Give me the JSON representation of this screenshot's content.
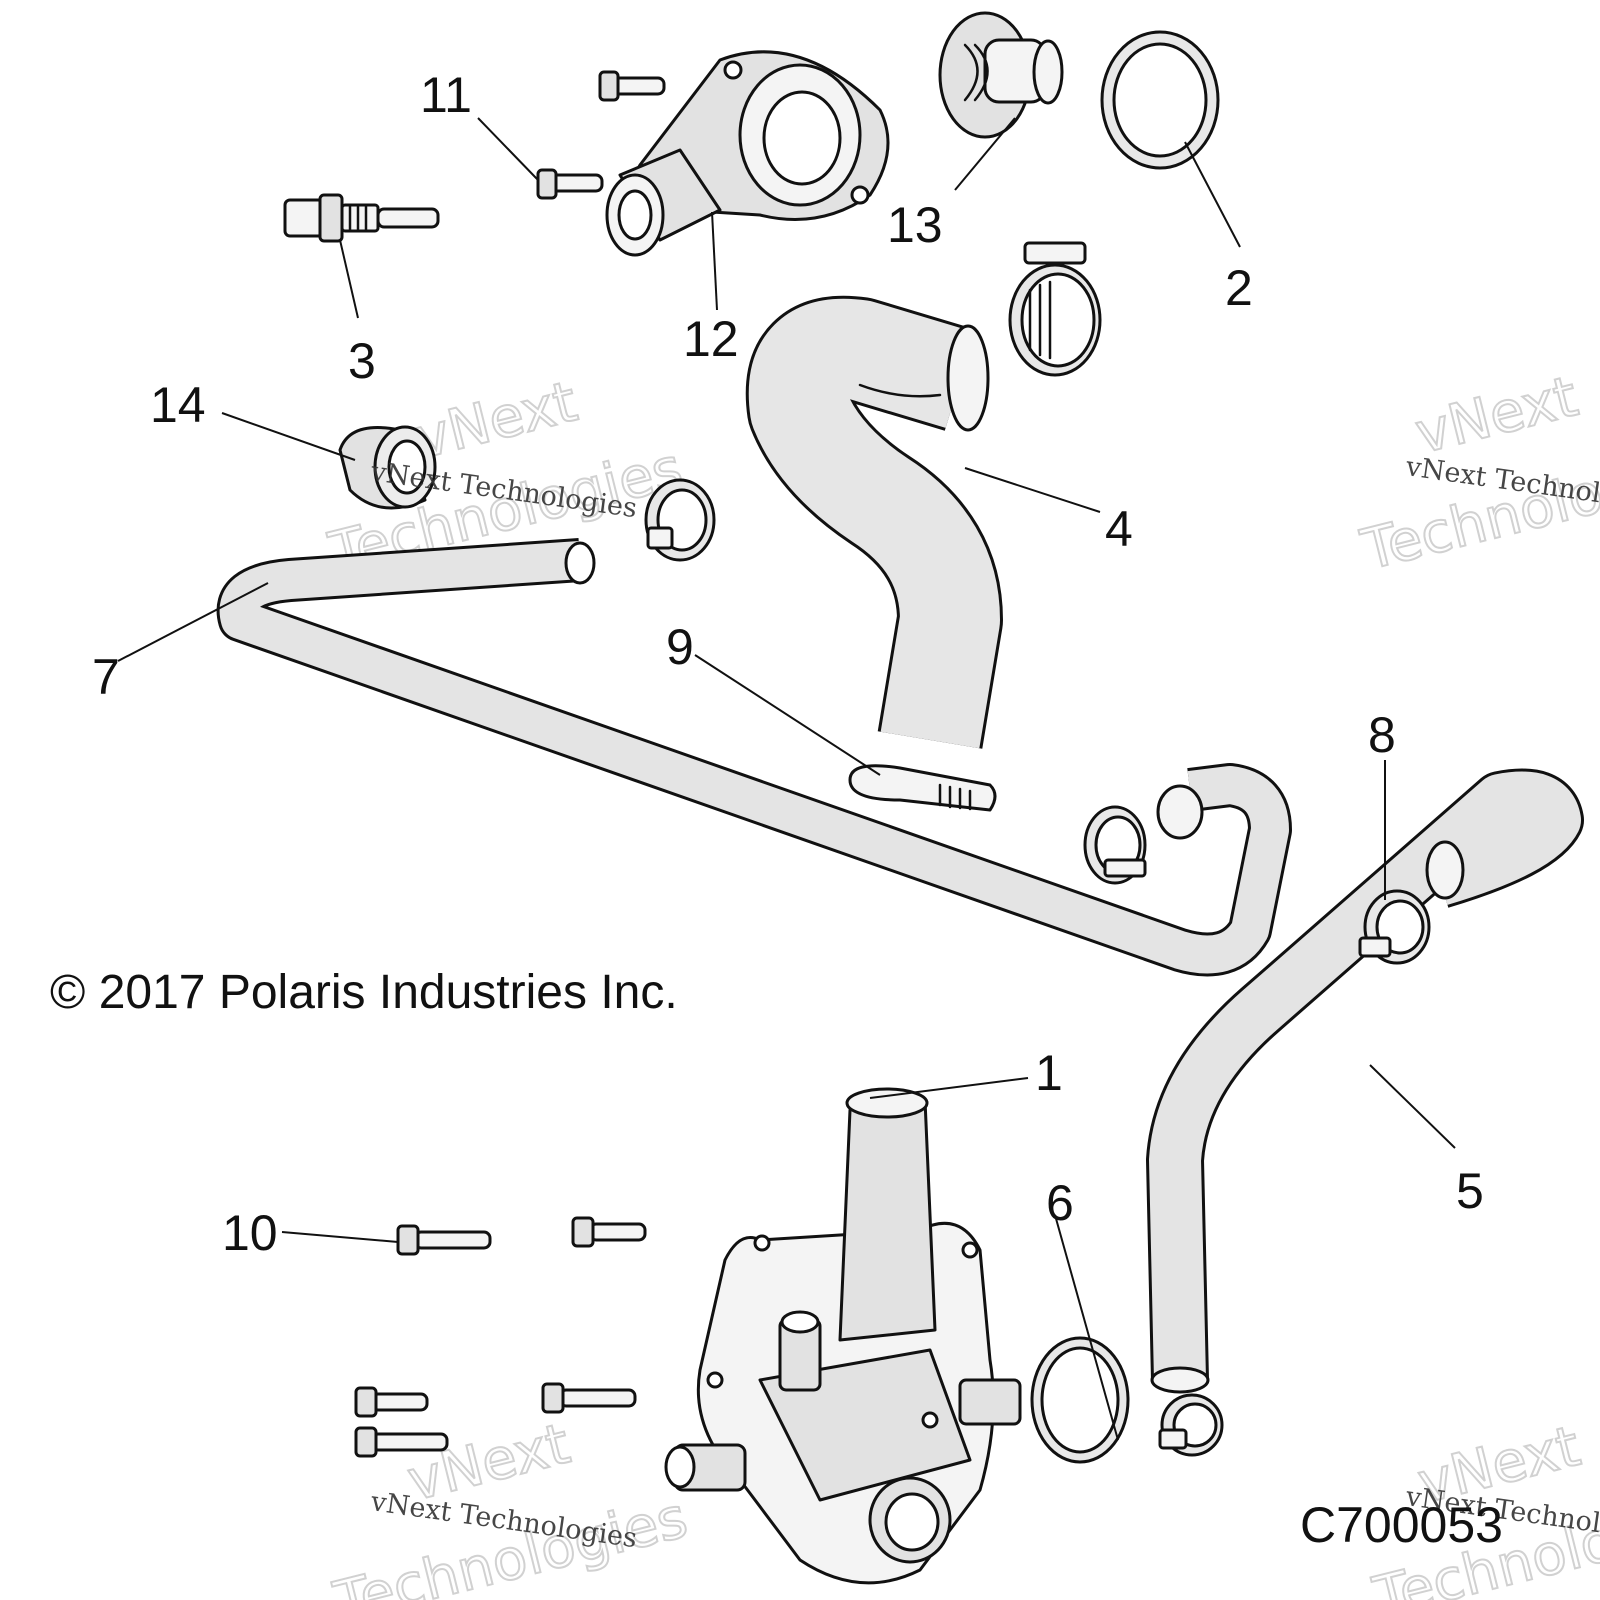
{
  "callouts": [
    "1",
    "2",
    "3",
    "4",
    "5",
    "6",
    "7",
    "8",
    "9",
    "10",
    "11",
    "12",
    "13",
    "14"
  ],
  "copyright": "© 2017 Polaris Industries Inc.",
  "diagram_code": "C700053",
  "watermark": {
    "line1": "vNext",
    "line2": "Technologies",
    "inline": "vNext Technologies"
  }
}
